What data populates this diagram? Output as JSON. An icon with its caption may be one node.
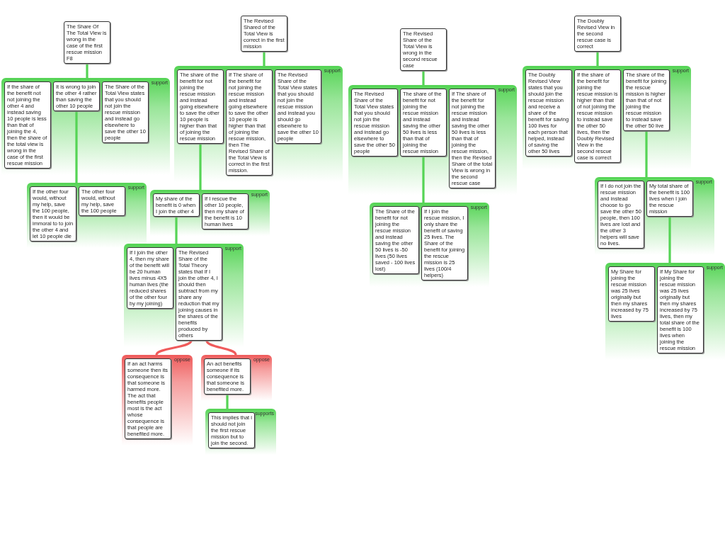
{
  "diagram": {
    "nodes": [
      {
        "text": [
          "The Share Of The Total View is wrong in the case of the first rescue mission F8"
        ]
      },
      {
        "text": [
          "support"
        ]
      },
      {
        "text": [
          "If the share of the benefit not not joining the other 4 and instead saving 10 people is less than that of joining the 4, then the share of the total view is wrong in the case of the first rescue mission"
        ],
        "in": 1
      },
      {
        "text": [
          "It is wrong to join the other 4 rather than saving the other 10 people"
        ],
        "in": 1
      },
      {
        "text": [
          "The Share of the Total View states that you should not join the rescue mission and instead go elsewhere to save the other 10 people"
        ],
        "in": 1
      },
      {
        "text": [
          "support"
        ]
      },
      {
        "text": [
          "If the other four would, without my help, save the 100 people, then it would be immoral to to join the other 4 and let 10 people die"
        ],
        "in": 5
      },
      {
        "text": [
          "The other four would, without my help, save the 100 people"
        ],
        "in": 5
      },
      {
        "text": [
          "The Revised Shared of the Total View is correct in the first mission"
        ]
      },
      {
        "text": [
          "support"
        ]
      },
      {
        "text": [
          "The share of the benefit for not joining the rescue mission and instead going elsewhere to save the other 10 people is higher than that of joining the rescue mission"
        ],
        "in": 9
      },
      {
        "text": [
          "If The share of the benefit for not joining the rescue mission and instead going elsewhere to save the other 10 people is higher than that of joining the rescue mission, then The Revised Share of the Total View is correct in the first mission."
        ],
        "in": 9
      },
      {
        "text": [
          "The Revised Share of the Total View states that you should not join the rescue mission and instead you should go elsewhere to save the other 10 people"
        ],
        "in": 9
      },
      {
        "text": [
          "support"
        ]
      },
      {
        "text": [
          "My share of the benefit is 0 when I join the other 4"
        ],
        "in": 13
      },
      {
        "text": [
          "If I rescue the other 10 people, then my share of the benefit is 10 human lives"
        ],
        "in": 13
      },
      {
        "text": [
          "support"
        ]
      },
      {
        "text": [
          "If I join the other 4, then my share of the benefit will be 20 human lives minus 4X5 human lives (the reduced shares of the other four by my joining)"
        ],
        "in": 16
      },
      {
        "text": [
          "The Revised Share of the Total Theory states that If I join the other 4, I should then subtract from my share any reduction that my joining causes in the shares of the benefits produced by others"
        ],
        "in": 16
      },
      {
        "text": [
          "oppose"
        ]
      },
      {
        "text": [
          "If an act harms someone then its consequence is that someone is harmed more. The act that benefits people most is the act whose consequence is that people are benefited more."
        ],
        "in": 19
      },
      {
        "text": [
          "oppose"
        ]
      },
      {
        "text": [
          "An act  benefits someone if its consequence is that someone is benefited more."
        ],
        "in": 21
      },
      {
        "text": [
          "supports"
        ]
      },
      {
        "text": [
          "This implies that i should not join the first rescue mission but to join the second."
        ],
        "in": 23
      },
      {
        "text": [
          "The Revised Share of the Total View is wrong in the second rescue case"
        ]
      },
      {
        "text": [
          "support"
        ]
      },
      {
        "text": [
          "The Revised Share of the Total View states that you should not join the rescue mission and instead go elsewhere to save the other 50 people"
        ],
        "in": 26
      },
      {
        "text": [
          "The share of the benefit for not joining the rescue mission and instead saving the other 50 lives is less than that of joining the rescue mission"
        ],
        "in": 26
      },
      {
        "text": [
          "If The share of the benefit for not joining the rescue mission and instead saving the other 50 lives is less than that of joining the rescue mission, then the Revised Share of the total View is wrong in the second rescue case"
        ],
        "in": 26
      },
      {
        "text": [
          "support"
        ]
      },
      {
        "text": [
          "The Share of the benefit for not joining the rescue mission and instead saving the other 50 lives is -50 lives (50 lives saved - 100 lives lost)"
        ],
        "in": 30
      },
      {
        "text": [
          "If I join the rescue mission, I only share the benefit of saving 25 lives. The Share of the benefit for joining the rescue mission  is 25 lives (100/4 helpers)"
        ],
        "in": 30
      },
      {
        "text": [
          "The Doubly Revised View in the second rescue case is correct"
        ]
      },
      {
        "text": [
          "support"
        ]
      },
      {
        "text": [
          "The Doubly Revised View states that you should join the rescue mission and receive a share of the benefit for saving 100 lives for each person that helped, instead of saving the other 50 lives"
        ],
        "in": 34
      },
      {
        "text": [
          "If the share of the benefit for joining the rescue mission is higher than that of not joining the rescue mission to instead save the other 50 lives, then the Doubly Revised View in the second rescue case is correct"
        ],
        "in": 34
      },
      {
        "text": [
          "The share of the benefit for joining the rescue mission is higher than that of not joining the rescue mission to instead save the other 50 live"
        ],
        "in": 34
      },
      {
        "text": [
          "support"
        ]
      },
      {
        "text": [
          "If I do not join the rescue mission and instead choose to go save the other 50 people, then 100 lives are lost and the other 3 helpers will save no lives."
        ],
        "in": 38
      },
      {
        "text": [
          "My total share of the benefit is 100 lives when I join the rescue mission"
        ],
        "in": 38
      },
      {
        "text": [
          "support"
        ]
      },
      {
        "text": [
          "My Share for joining the rescue mission was 25 lives originally but then my shares increased by 75 lives"
        ],
        "in": 41
      },
      {
        "text": [
          "If My Share for joining the rescue mission was 25 lives originally but then my shares increased by 75 lives, then my total share of the benefit is 100 lives when joining the rescue mission"
        ],
        "in": 41
      }
    ],
    "edges": [
      {
        "from": 1,
        "to": 0,
        "arrow": "none"
      },
      {
        "from": 5,
        "to": 3,
        "arrow": "none"
      },
      {
        "from": 9,
        "to": 8,
        "arrow": "none"
      },
      {
        "from": 13,
        "to": 10,
        "arrow": "none"
      },
      {
        "from": 16,
        "to": 14,
        "arrow": "none"
      },
      {
        "from": 19,
        "to": 18,
        "arrow": "other",
        "color": "#ef5b5b"
      },
      {
        "from": 21,
        "to": 18,
        "arrow": "other",
        "color": "#ef5b5b"
      },
      {
        "from": 23,
        "to": 22,
        "arrow": "none"
      },
      {
        "from": 26,
        "to": 25,
        "arrow": "none"
      },
      {
        "from": 30,
        "to": 28,
        "arrow": "none"
      },
      {
        "from": 34,
        "to": 33,
        "arrow": "none"
      },
      {
        "from": 38,
        "to": 37,
        "arrow": "none"
      },
      {
        "from": 41,
        "to": 40,
        "arrow": "none"
      }
    ]
  }
}
